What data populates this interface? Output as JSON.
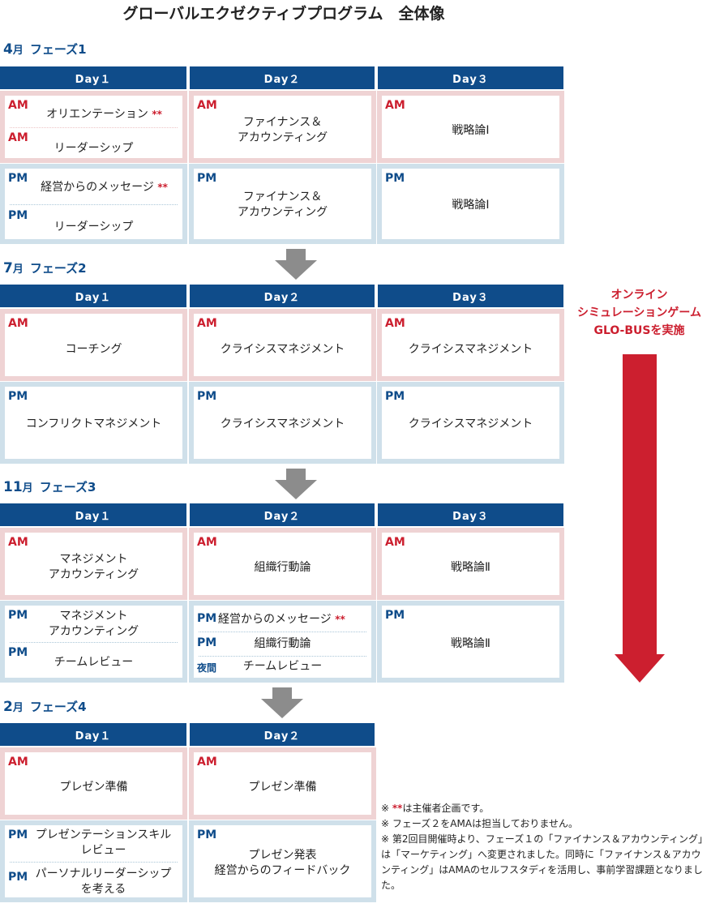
{
  "title": "グローバルエクゼクティブプログラム　全体像",
  "phases": [
    {
      "month_num": "4",
      "month_unit": "月",
      "phase": "フェーズ1",
      "days": [
        "Day１",
        "Day２",
        "Day３"
      ],
      "am": [
        {
          "items": [
            {
              "tag": "AM",
              "text": "オリエンテーション",
              "star": "**"
            },
            {
              "tag": "AM",
              "text": "リーダーシップ"
            }
          ]
        },
        {
          "tag": "AM",
          "text": "ファイナンス＆\nアカウンティング"
        },
        {
          "tag": "AM",
          "text": "戦略論Ⅰ"
        }
      ],
      "pm": [
        {
          "items": [
            {
              "tag": "PM",
              "text": "経営からのメッセージ",
              "star": "**"
            },
            {
              "tag": "PM",
              "text": "リーダーシップ"
            }
          ]
        },
        {
          "tag": "PM",
          "text": "ファイナンス＆\nアカウンティング"
        },
        {
          "tag": "PM",
          "text": "戦略論Ⅰ"
        }
      ]
    },
    {
      "month_num": "7",
      "month_unit": "月",
      "phase": "フェーズ2",
      "days": [
        "Day１",
        "Day２",
        "Day３"
      ],
      "am": [
        {
          "tag": "AM",
          "text": "コーチング"
        },
        {
          "tag": "AM",
          "text": "クライシスマネジメント"
        },
        {
          "tag": "AM",
          "text": "クライシスマネジメント"
        }
      ],
      "pm": [
        {
          "tag": "PM",
          "text": "コンフリクトマネジメント"
        },
        {
          "tag": "PM",
          "text": "クライシスマネジメント"
        },
        {
          "tag": "PM",
          "text": "クライシスマネジメント"
        }
      ]
    },
    {
      "month_num": "11",
      "month_unit": "月",
      "phase": "フェーズ3",
      "days": [
        "Day１",
        "Day２",
        "Day３"
      ],
      "am": [
        {
          "tag": "AM",
          "text": "マネジメント\nアカウンティング"
        },
        {
          "tag": "AM",
          "text": "組織行動論"
        },
        {
          "tag": "AM",
          "text": "戦略論Ⅱ"
        }
      ],
      "pm": [
        {
          "items": [
            {
              "tag": "PM",
              "text": "マネジメント\nアカウンティング"
            },
            {
              "tag": "PM",
              "text": "チームレビュー"
            }
          ]
        },
        {
          "items": [
            {
              "tag": "PM",
              "text": "経営からのメッセージ",
              "star": "**"
            },
            {
              "tag": "PM",
              "text": "組織行動論"
            },
            {
              "tag": "夜間",
              "text": "チームレビュー"
            }
          ]
        },
        {
          "tag": "PM",
          "text": "戦略論Ⅱ"
        }
      ]
    },
    {
      "month_num": "2",
      "month_unit": "月",
      "phase": "フェーズ4",
      "days": [
        "Day１",
        "Day２"
      ],
      "am": [
        {
          "tag": "AM",
          "text": "プレゼン準備"
        },
        {
          "tag": "AM",
          "text": "プレゼン準備"
        }
      ],
      "pm": [
        {
          "items": [
            {
              "tag": "PM",
              "text": "プレゼンテーションスキル\nレビュー"
            },
            {
              "tag": "PM",
              "text": "パーソナルリーダーシップ\nを考える"
            }
          ]
        },
        {
          "tag": "PM",
          "text": "プレゼン発表\n経営からのフィードバック"
        }
      ]
    }
  ],
  "side_note": {
    "line1": "オンライン",
    "line2": "シミュレーションゲーム",
    "line3": "GLO-BUSを実施"
  },
  "notes": [
    {
      "mark": "※",
      "star": "**",
      "text": "は主催者企画です。"
    },
    {
      "mark": "※",
      "text": "フェーズ２をAMAは担当しておりません。"
    },
    {
      "mark": "※",
      "text": "第2回目開催時より、フェーズ１の「ファイナンス＆アカウンティング」は「マーケティング」へ変更されました。同時に「ファイナンス＆アカウンティング」はAMAのセルフスタディを活用し、事前学習課題となりました。"
    }
  ],
  "colors": {
    "navy": "#0f4c8a",
    "red": "#cc1f2f",
    "pink_border": "#efd3d4",
    "blue_border": "#cfe0ea",
    "gray_arrow": "#8c8c8c"
  }
}
